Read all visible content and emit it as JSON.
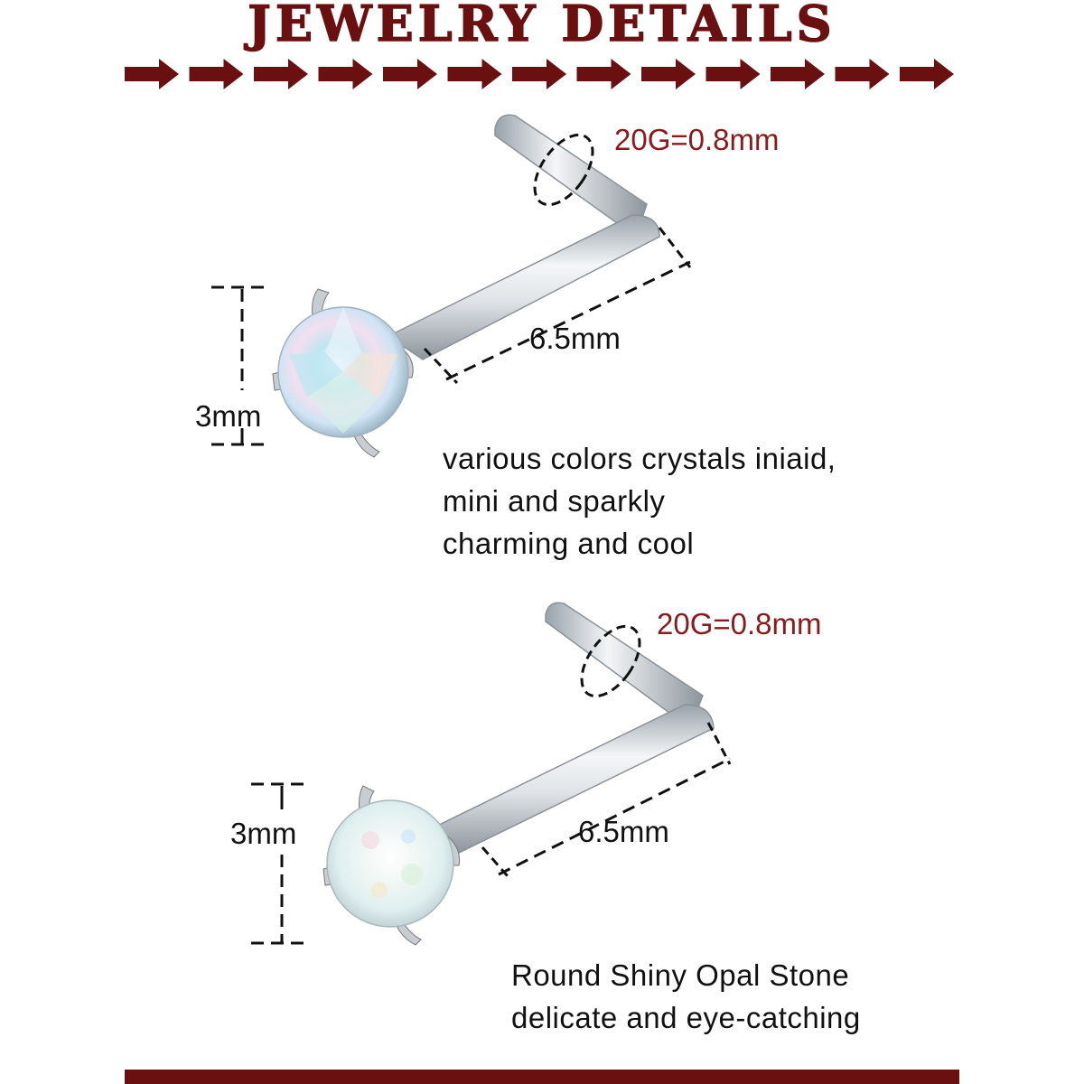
{
  "title": "JEWELRY DETAILS",
  "colors": {
    "title": "#6b1010",
    "arrow": "#6b1010",
    "gauge_text": "#8b1a1a",
    "bar": "#6b1010"
  },
  "item1": {
    "gauge": "20G=0.8mm",
    "length": "6.5mm",
    "diameter": "3mm",
    "stone": "crystal",
    "description": [
      "various colors crystals iniaid,",
      "mini and sparkly",
      "charming and cool"
    ]
  },
  "item2": {
    "gauge": "20G=0.8mm",
    "length": "6.5mm",
    "diameter": "3mm",
    "stone": "opal",
    "description": [
      "Round Shiny Opal Stone",
      "delicate and eye-catching"
    ]
  }
}
